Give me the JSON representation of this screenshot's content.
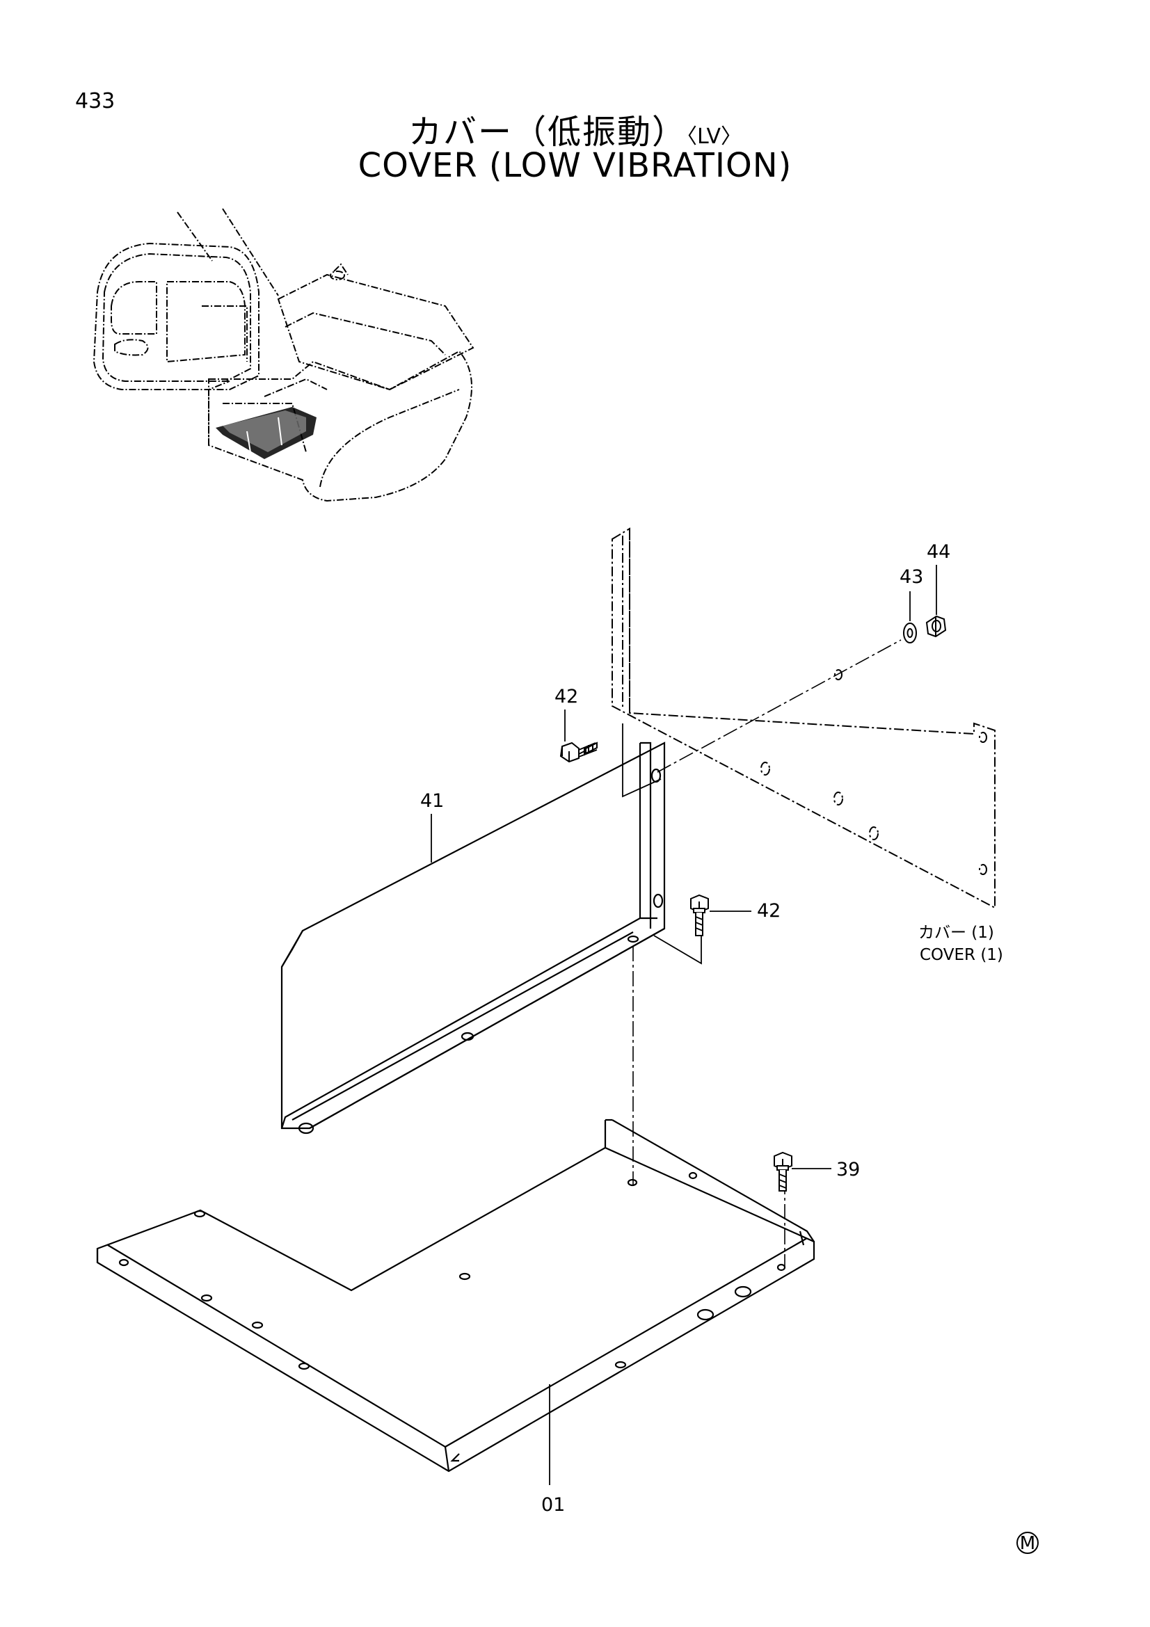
{
  "page_number": "433",
  "title_jp": "カバー（低振動）",
  "title_jp_tag": "〈LV〉",
  "title_en": "COVER (LOW VIBRATION)",
  "callouts": {
    "p01": "01",
    "p39": "39",
    "p41": "41",
    "p42a": "42",
    "p42b": "42",
    "p43": "43",
    "p44": "44"
  },
  "reference": {
    "jp": "カバー (1)",
    "en": "COVER (1)"
  },
  "manufacturer_mark": "M"
}
